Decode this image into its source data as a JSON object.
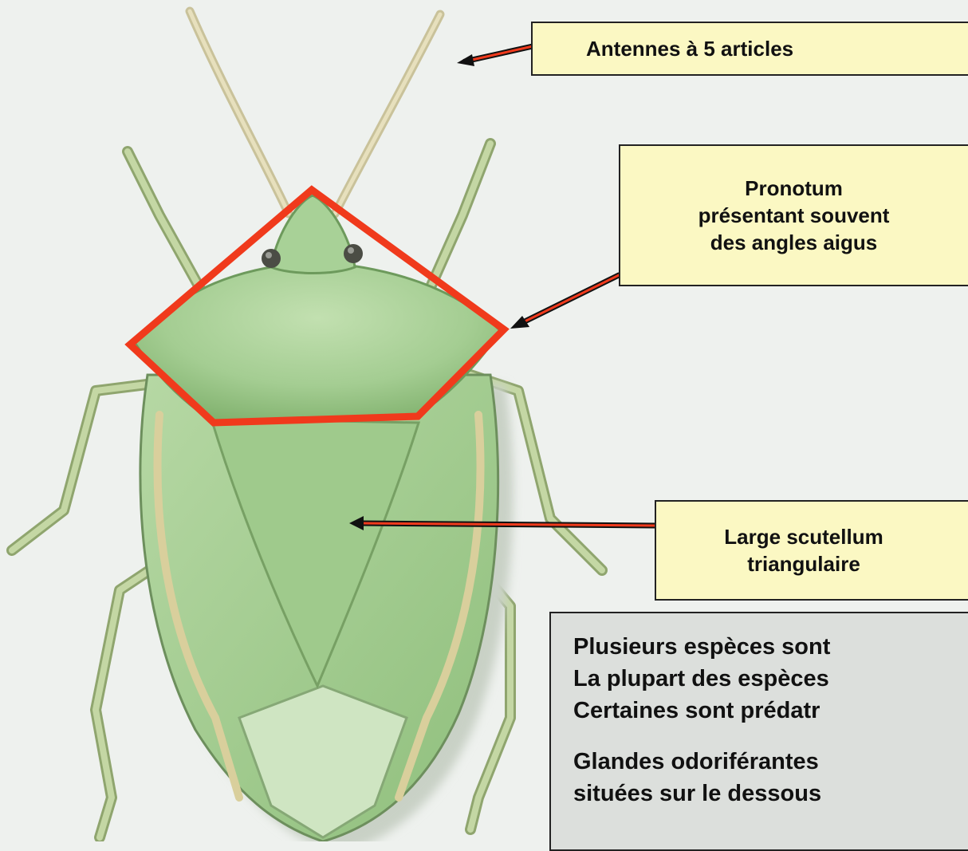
{
  "labels": {
    "antennes": [
      "Antennes à 5 articles"
    ],
    "pronotum": [
      "Pronotum",
      "présentant souvent",
      "des angles aigus"
    ],
    "scutellum": [
      "Large scutellum",
      "triangulaire"
    ]
  },
  "info": {
    "lines": [
      "Plusieurs espèces sont",
      "La plupart des espèces",
      "Certaines sont prédatr",
      "Glandes odoriférantes",
      "situées sur le dessous"
    ]
  },
  "colors": {
    "background": "#eef1ee",
    "label_fill": "#fbf8c3",
    "info_fill": "#dcdfdc",
    "highlight": "#f03a1c",
    "bug_body": "#a8cf97",
    "bug_shadow": "#6fa05f",
    "legs": "#b9c98f"
  },
  "illustration": {
    "subject": "green-stink-bug"
  }
}
